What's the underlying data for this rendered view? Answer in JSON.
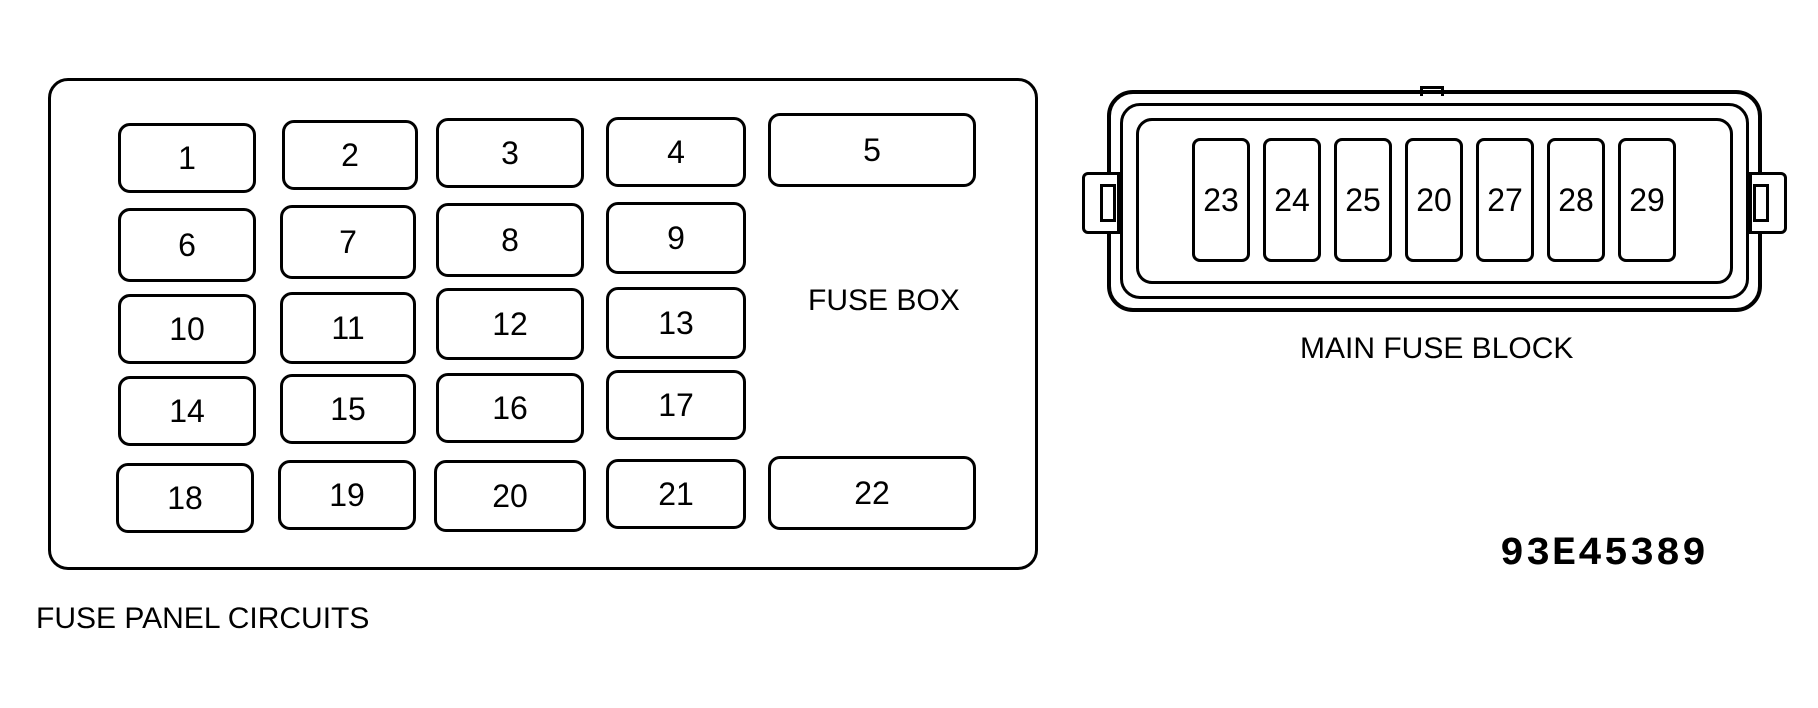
{
  "fuse_panel": {
    "fuses": [
      "1",
      "2",
      "3",
      "4",
      "5",
      "6",
      "7",
      "8",
      "9",
      "10",
      "11",
      "12",
      "13",
      "14",
      "15",
      "16",
      "17",
      "18",
      "19",
      "20",
      "21",
      "22"
    ],
    "fuse_box_label": "FUSE BOX",
    "caption": "FUSE PANEL CIRCUITS"
  },
  "main_fuse_block": {
    "fuses": [
      "23",
      "24",
      "25",
      "20",
      "27",
      "28",
      "29"
    ],
    "caption": "MAIN FUSE BLOCK"
  },
  "figure_code": "93E45389"
}
